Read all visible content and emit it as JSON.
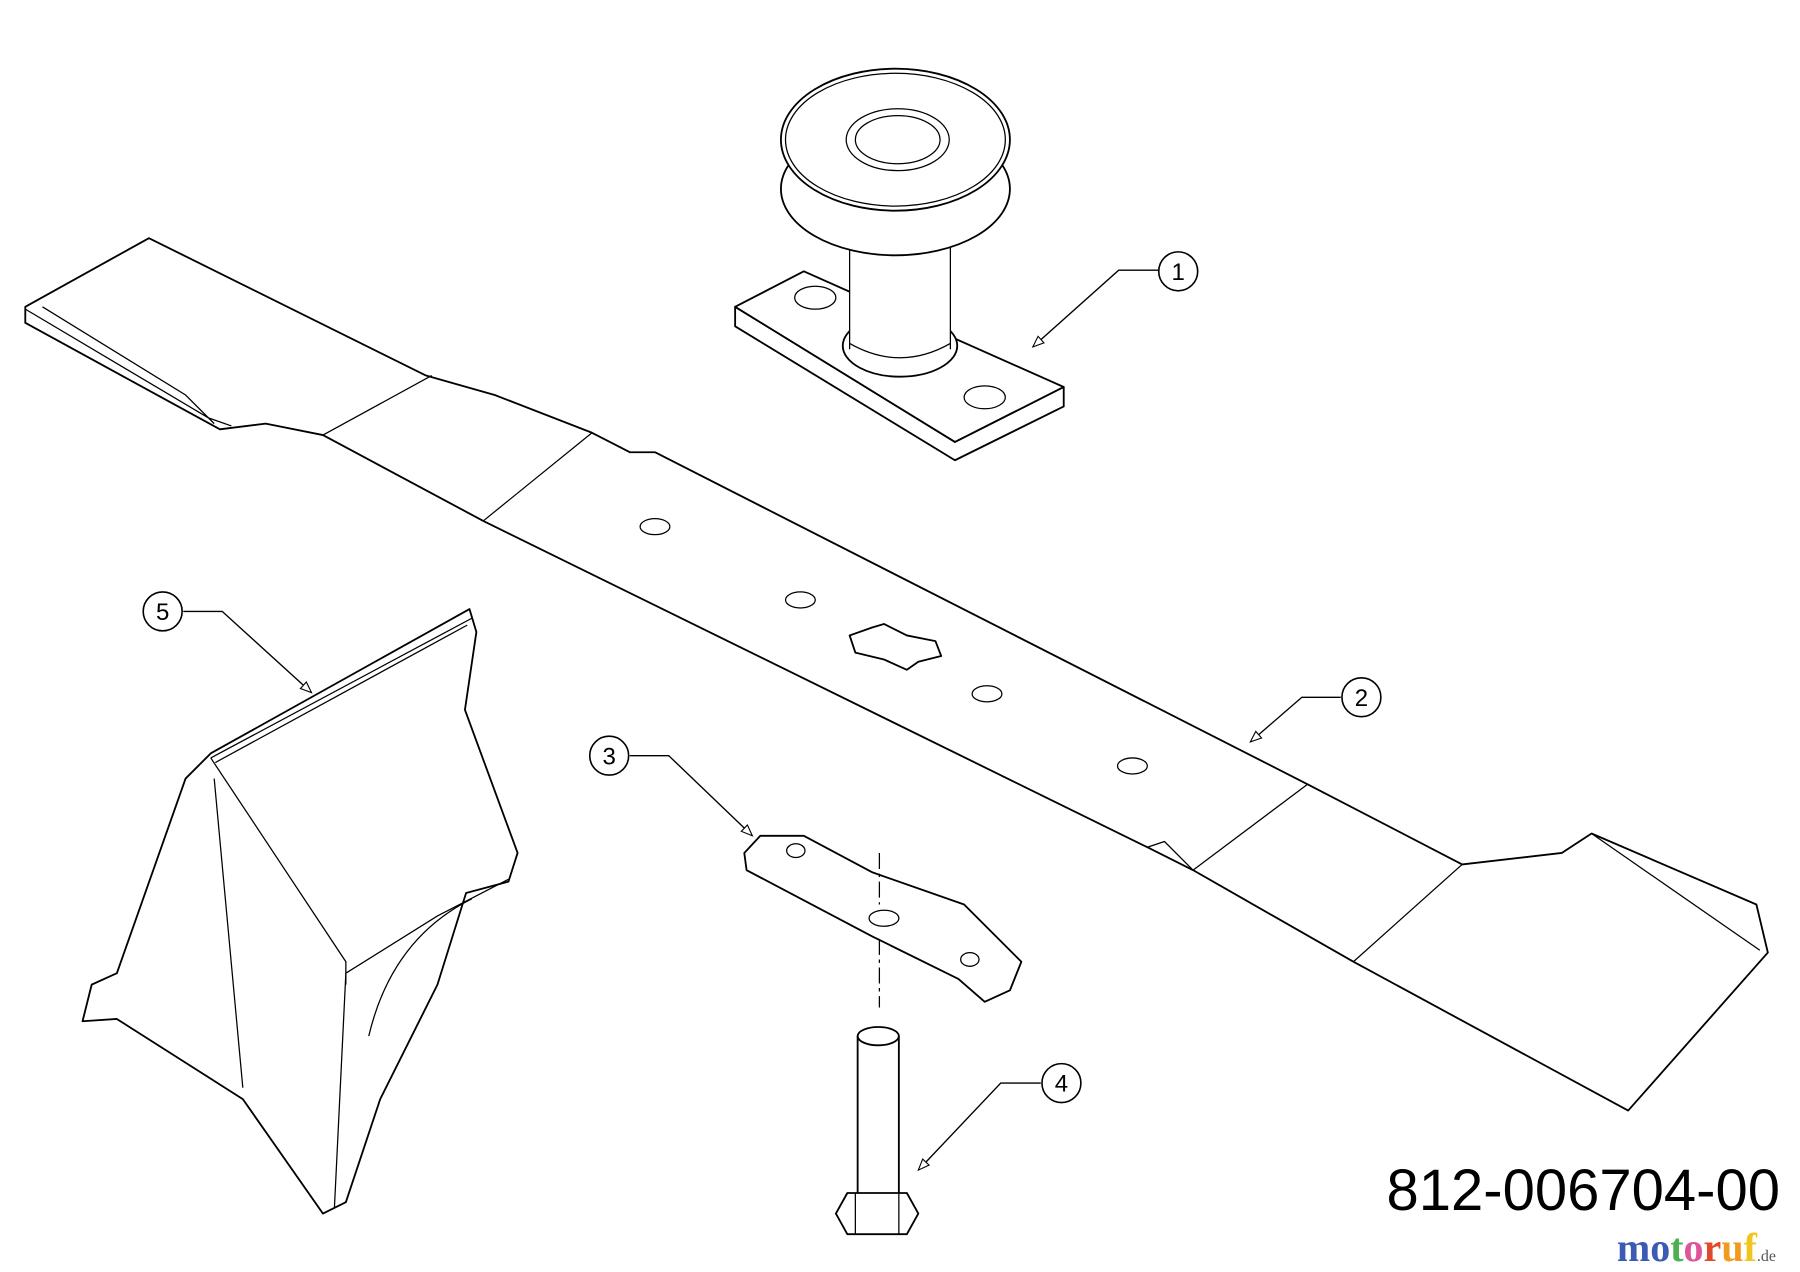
{
  "callouts": [
    "1",
    "2",
    "3",
    "4",
    "5"
  ],
  "drawing_number": "812-006704-00",
  "watermark": {
    "text": "motoruf.de",
    "letters": [
      {
        "ch": "m",
        "color": "#3b5bb5"
      },
      {
        "ch": "o",
        "color": "#3b5bb5"
      },
      {
        "ch": "t",
        "color": "#4caf50"
      },
      {
        "ch": "o",
        "color": "#e0559a"
      },
      {
        "ch": "r",
        "color": "#e04a2a"
      },
      {
        "ch": "u",
        "color": "#f29a1e"
      },
      {
        "ch": "f",
        "color": "#f2c51e"
      }
    ],
    "suffix": ".de"
  }
}
